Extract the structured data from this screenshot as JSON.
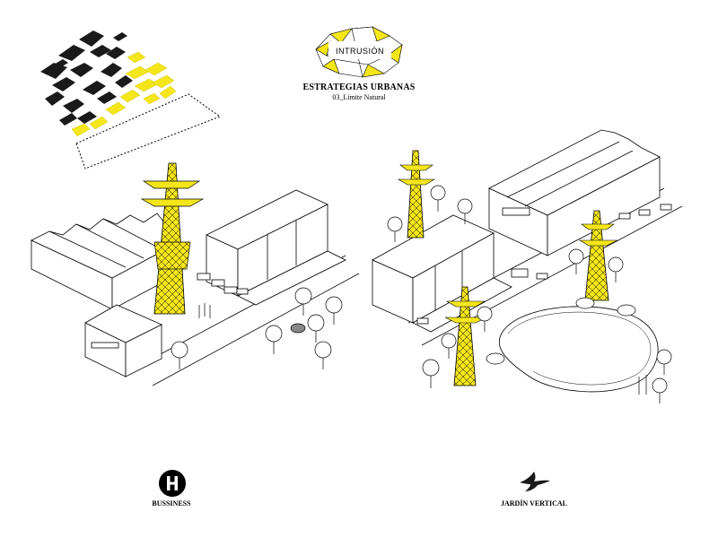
{
  "logo": {
    "text": "INTRUSIÓN",
    "color": "#f2e400"
  },
  "header": {
    "title": "ESTRATEGIAS URBANAS",
    "subtitle": "03_Limite Natural"
  },
  "legend": [
    {
      "icon": "h-circle-icon",
      "label": "BUSSINESS"
    },
    {
      "icon": "bird-icon",
      "label": "JARDÍN VERTICAL"
    }
  ],
  "colors": {
    "accent_yellow": "#f5e61a",
    "ink": "#000000",
    "paper": "#ffffff"
  }
}
